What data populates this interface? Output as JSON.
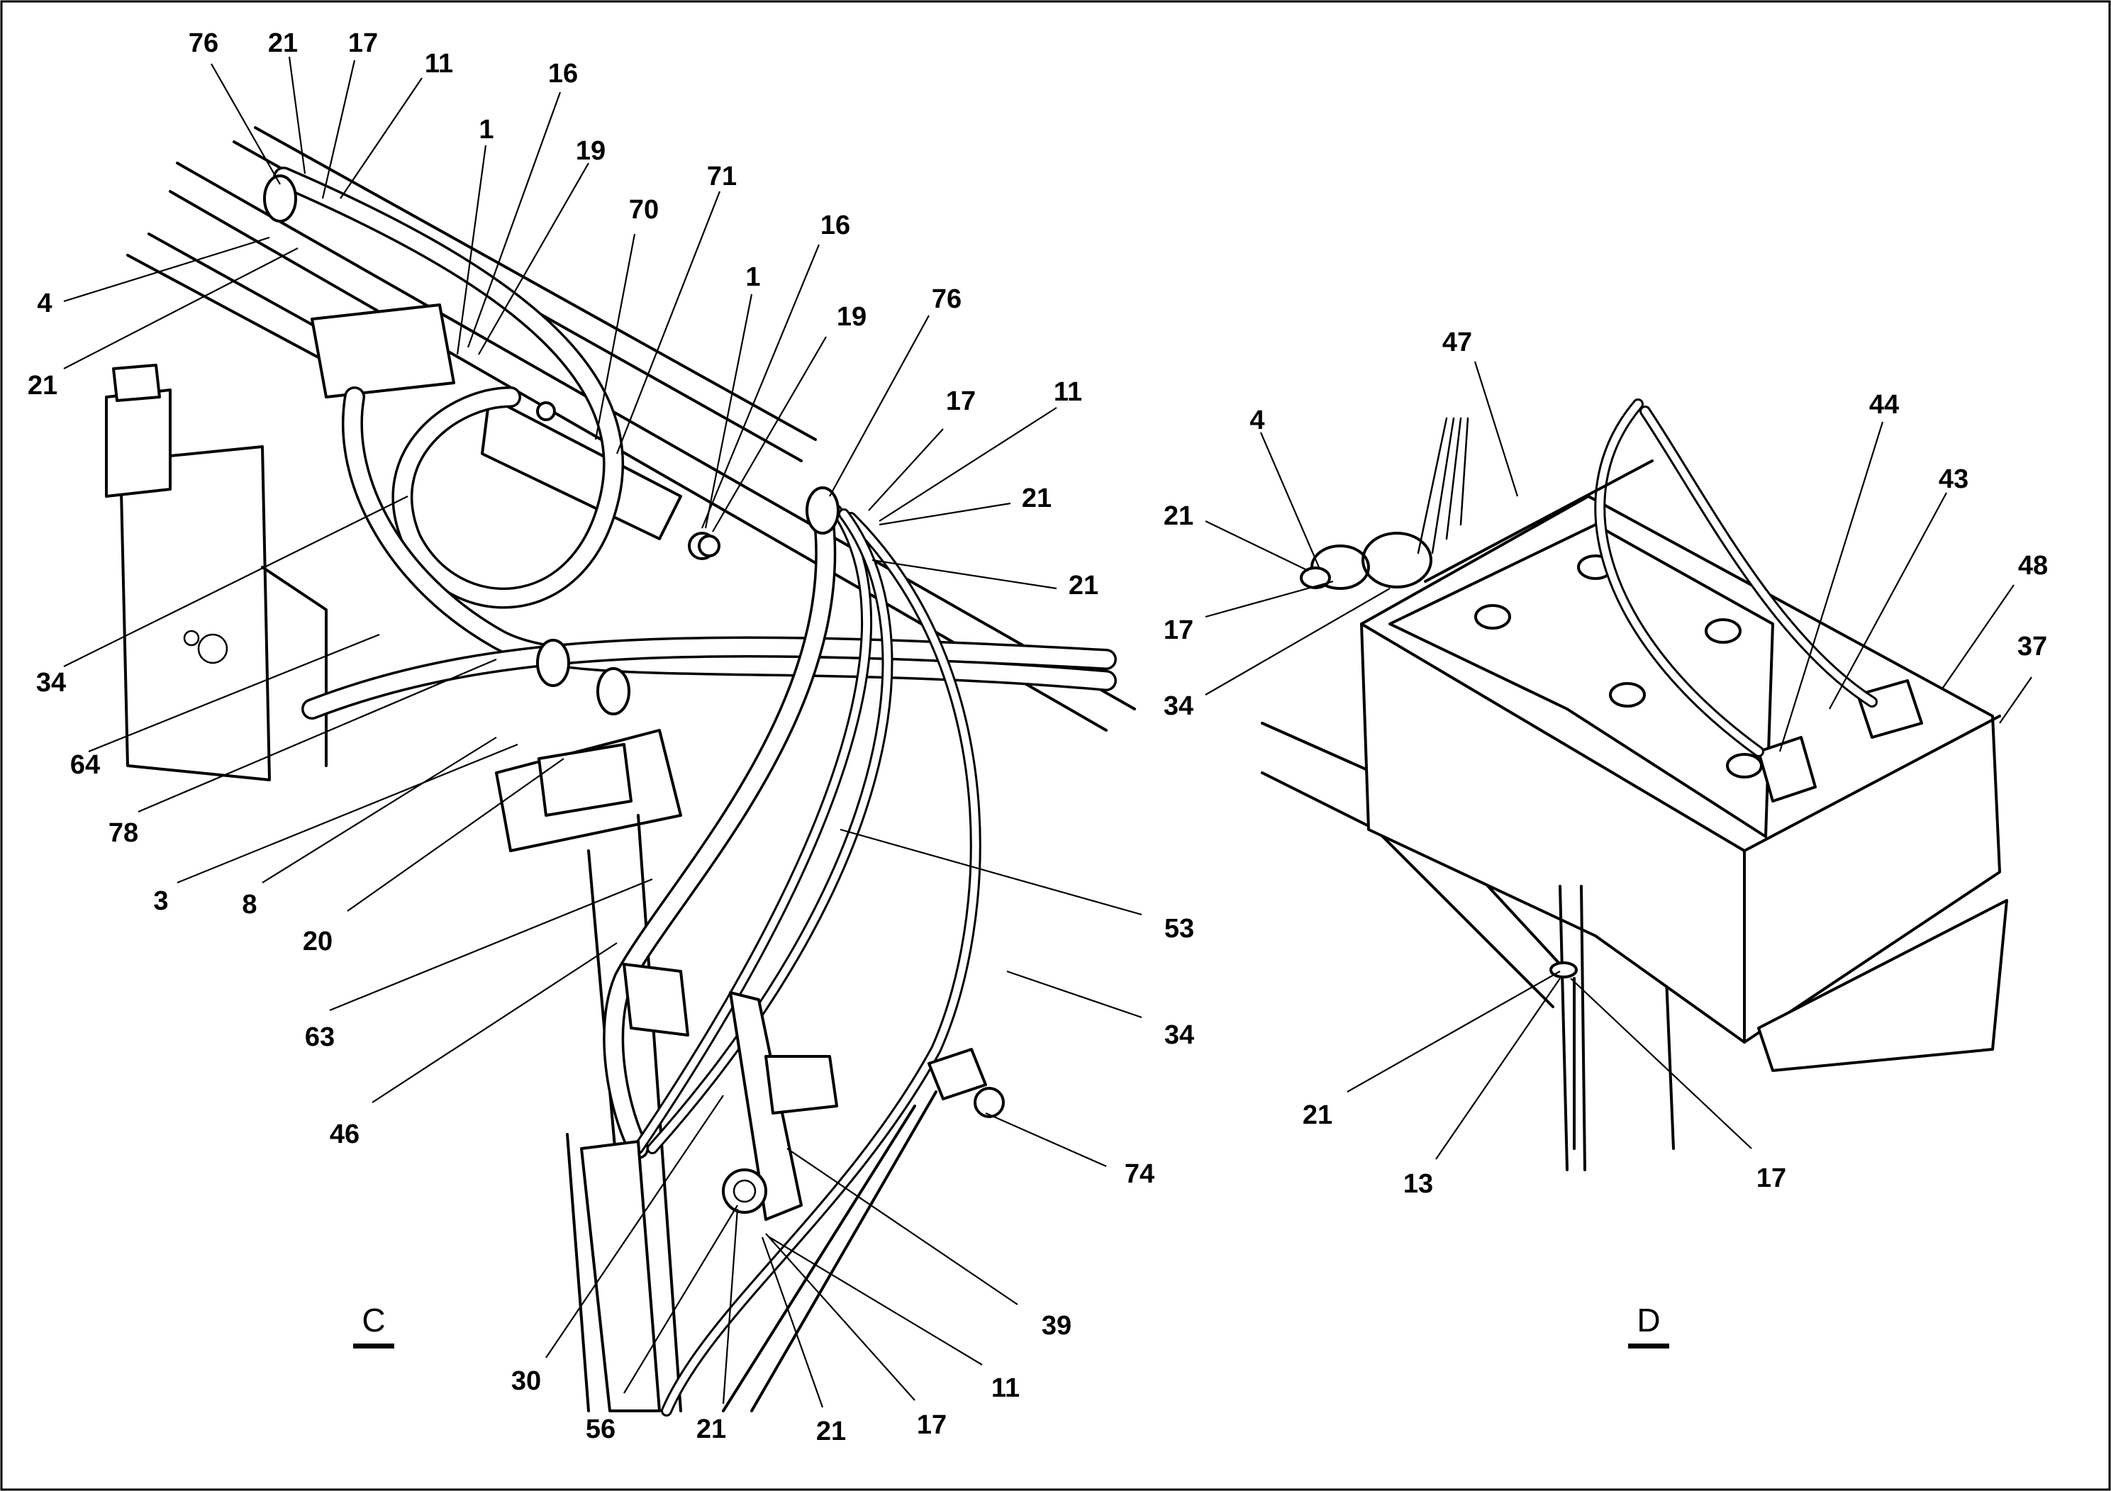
{
  "views": [
    {
      "id": "C",
      "title": "C",
      "callouts": [
        "76",
        "21",
        "17",
        "11",
        "16",
        "1",
        "19",
        "71",
        "70",
        "16",
        "1",
        "19",
        "76",
        "17",
        "11",
        "21",
        "21",
        "4",
        "21",
        "34",
        "64",
        "78",
        "3",
        "8",
        "20",
        "63",
        "46",
        "53",
        "34",
        "74",
        "39",
        "11",
        "17",
        "21",
        "21",
        "56",
        "30"
      ]
    },
    {
      "id": "D",
      "title": "D",
      "callouts": [
        "47",
        "4",
        "21",
        "17",
        "34",
        "44",
        "43",
        "48",
        "37",
        "21",
        "13",
        "17"
      ]
    }
  ]
}
